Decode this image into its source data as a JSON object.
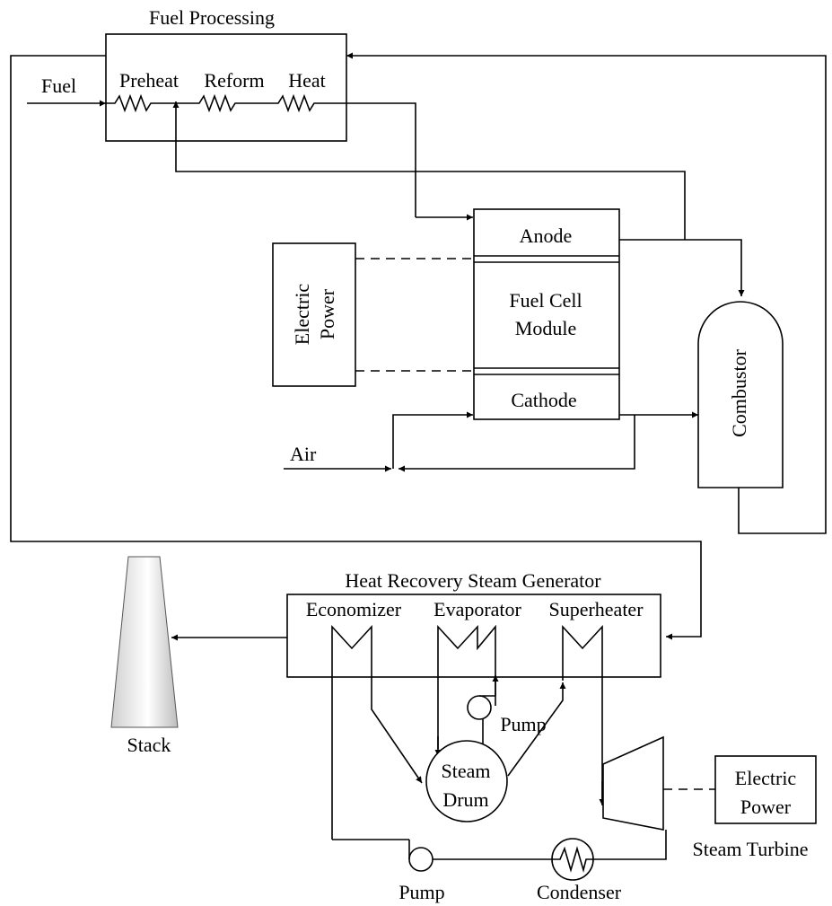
{
  "diagram": {
    "fuel_processing": {
      "title": "Fuel Processing",
      "input": "Fuel",
      "stages": [
        "Preheat",
        "Reform",
        "Heat"
      ]
    },
    "fuel_cell": {
      "anode": "Anode",
      "module_line1": "Fuel Cell",
      "module_line2": "Module",
      "cathode": "Cathode",
      "air": "Air"
    },
    "power_top": {
      "line1": "Electric",
      "line2": "Power"
    },
    "combustor": "Combustor",
    "hrsg": {
      "title": "Heat Recovery Steam Generator",
      "economizer": "Economizer",
      "evaporator": "Evaporator",
      "superheater": "Superheater"
    },
    "stack": "Stack",
    "steam_drum_line1": "Steam",
    "steam_drum_line2": "Drum",
    "pump_drum": "Pump",
    "pump_bottom": "Pump",
    "condenser": "Condenser",
    "steam_turbine": "Steam Turbine",
    "power_bottom": {
      "line1": "Electric",
      "line2": "Power"
    }
  }
}
